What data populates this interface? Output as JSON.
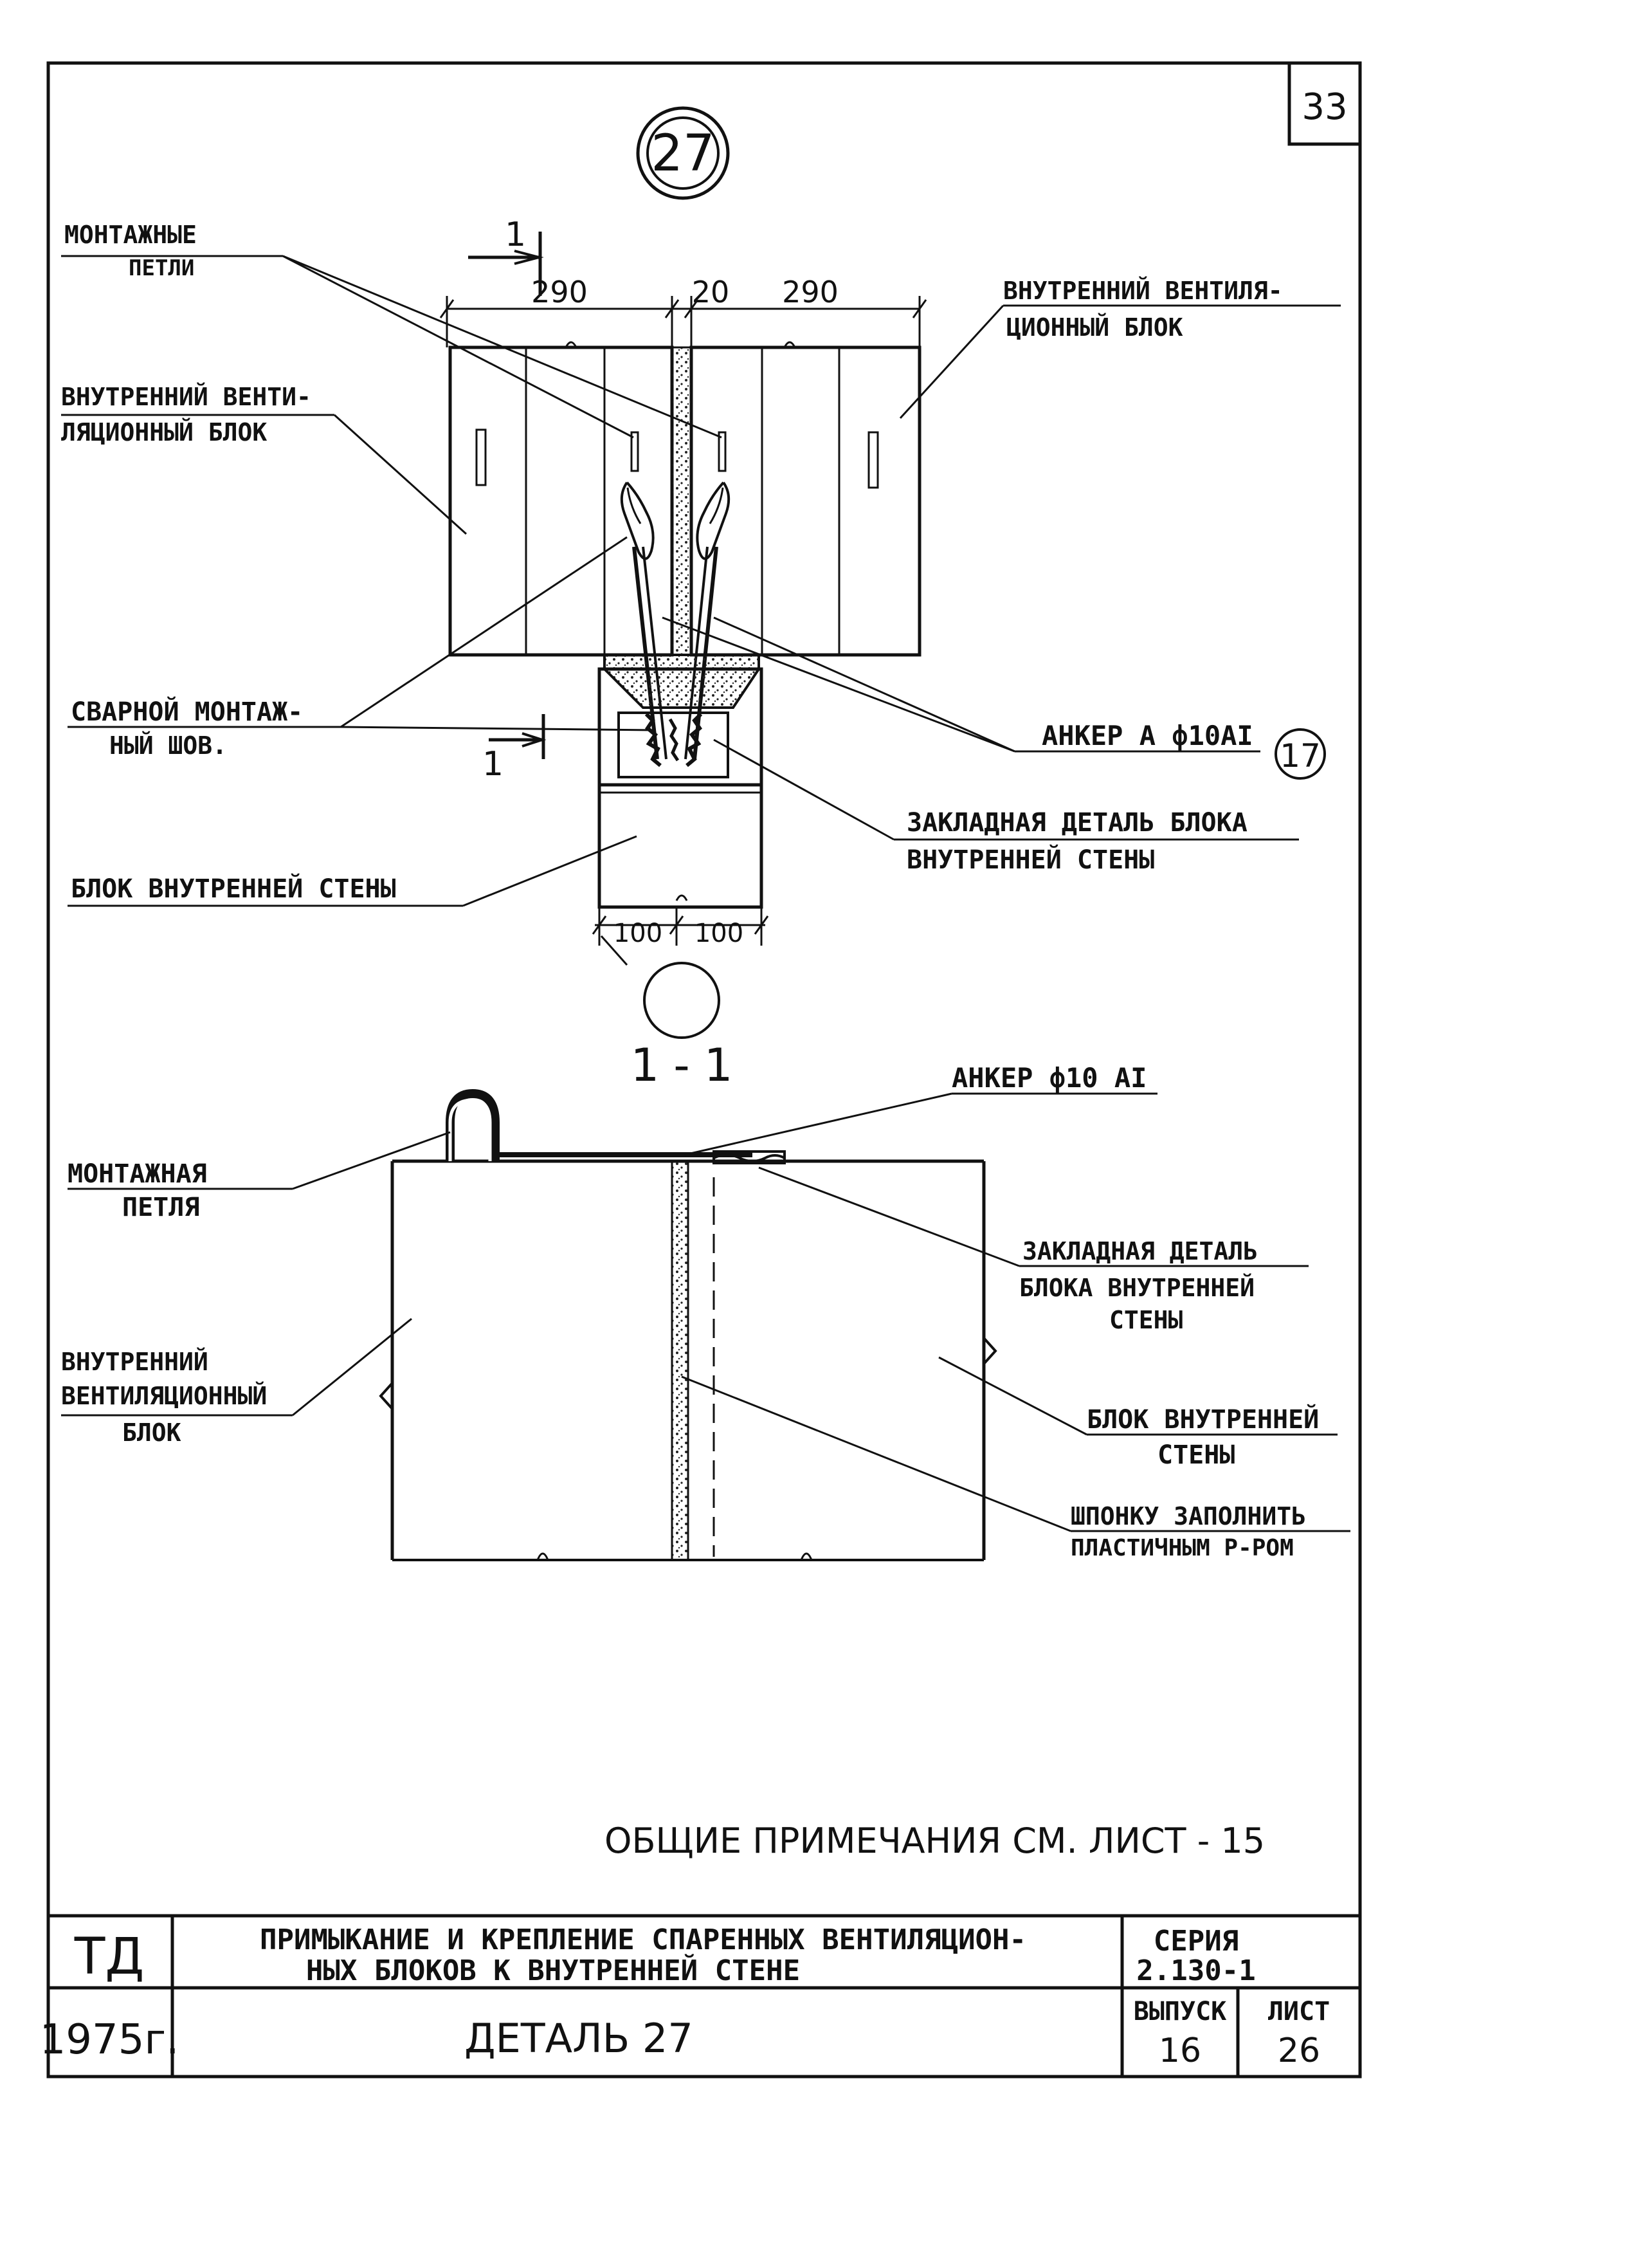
{
  "sheet": {
    "corner_number": "33",
    "detail_marker": "27",
    "general_notes": "ОБЩИЕ ПРИМЕЧАНИЯ СМ. ЛИСТ - 15"
  },
  "plan_view": {
    "labels": {
      "mounting_loops": [
        "МОНТАЖНЫЕ",
        "ПЕТЛИ"
      ],
      "vent_block_left": [
        "ВНУТРЕННИЙ ВЕНТИ-",
        "ЛЯЦИОННЫЙ БЛОК"
      ],
      "vent_block_right": [
        "ВНУТРЕННИЙ ВЕНТИЛЯ-",
        "ЦИОННЫЙ БЛОК"
      ],
      "weld": [
        "СВАРНОЙ МОНТАЖ-",
        "НЫЙ ШОВ."
      ],
      "anchors": "АНКЕР А ф10АI",
      "anchors_ref": "17",
      "embedded_part": [
        "ЗАКЛАДНАЯ ДЕТАЛЬ БЛОКА",
        "ВНУТРЕННЕЙ СТЕНЫ"
      ],
      "wall_block": "БЛОК ВНУТРЕННЕЙ СТЕНЫ"
    },
    "dimensions": {
      "left": "290",
      "joint": "20",
      "right": "290",
      "bottom_left": "100",
      "bottom_right": "100"
    },
    "section_mark": "1"
  },
  "section_view": {
    "title": "1 - 1",
    "labels": {
      "anchor": "АНКЕР ф10 АI",
      "mounting_loop": [
        "МОНТАЖНАЯ",
        "ПЕТЛЯ"
      ],
      "embedded_part": [
        "ЗАКЛАДНАЯ ДЕТАЛЬ",
        "БЛОКА ВНУТРЕННЕЙ",
        "СТЕНЫ"
      ],
      "vent_block": [
        "ВНУТРЕННИЙ",
        "ВЕНТИЛЯЦИОННЫЙ",
        "БЛОК"
      ],
      "wall_block": [
        "БЛОК ВНУТРЕННЕЙ",
        "СТЕНЫ"
      ],
      "key_fill": [
        "ШПОНКУ ЗАПОЛНИТЬ",
        "ПЛАСТИЧНЫМ Р-РОМ"
      ]
    }
  },
  "title_block": {
    "org": "ТД",
    "year": "1975г.",
    "title_line1": "ПРИМЫКАНИЕ И КРЕПЛЕНИЕ СПАРЕННЫХ ВЕНТИЛЯЦИОН-",
    "title_line2": "НЫХ БЛОКОВ К ВНУТРЕННЕЙ СТЕНЕ",
    "series_label": "СЕРИЯ",
    "series_value": "2.130-1",
    "detail": "ДЕТАЛЬ 27",
    "issue_label": "ВЫПУСК",
    "issue_value": "16",
    "sheet_label": "ЛИСТ",
    "sheet_value": "26"
  }
}
